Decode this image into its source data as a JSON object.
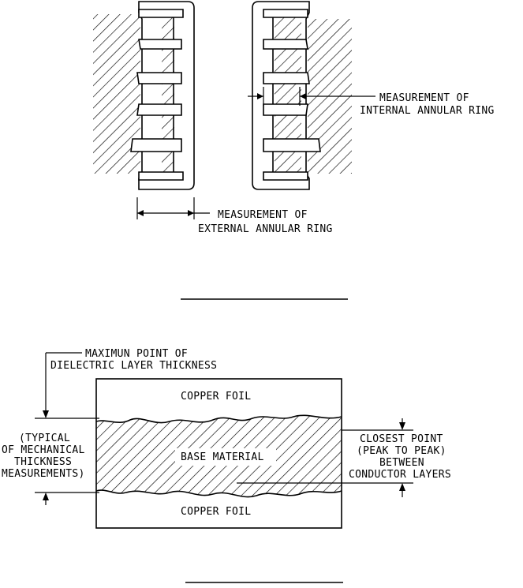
{
  "annular_ring": {
    "internal_label_1": "MEASUREMENT OF",
    "internal_label_2": "INTERNAL ANNULAR RING",
    "external_label_1": "MEASUREMENT OF",
    "external_label_2": "EXTERNAL ANNULAR RING"
  },
  "dielectric": {
    "max_point_1": "MAXIMUN POINT OF",
    "max_point_2": "DIELECTRIC LAYER THICKNESS",
    "copper_top": "COPPER FOIL",
    "base_material": "BASE MATERIAL",
    "copper_bottom": "COPPER FOIL",
    "typical_1": "(TYPICAL",
    "typical_2": "OF MECHANICAL",
    "typical_3": "THICKNESS",
    "typical_4": "MEASUREMENTS)",
    "closest_1": "CLOSEST POINT",
    "closest_2": "(PEAK TO PEAK)",
    "closest_3": "BETWEEN",
    "closest_4": "CONDUCTOR LAYERS"
  }
}
